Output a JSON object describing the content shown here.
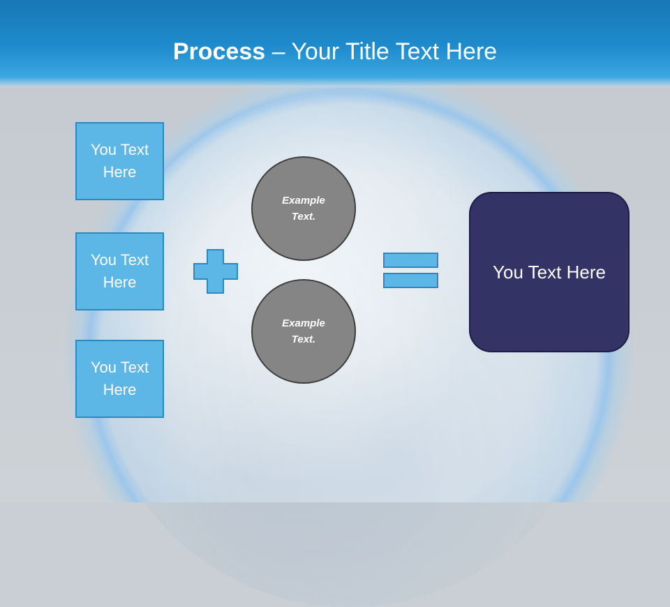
{
  "header": {
    "title_bold": "Process",
    "title_rest": " – Your Title Text Here"
  },
  "boxes": [
    {
      "label": "You Text Here"
    },
    {
      "label": "You Text Here"
    },
    {
      "label": "You Text Here"
    }
  ],
  "circles": [
    {
      "label": "Example Text."
    },
    {
      "label": "Example Text."
    }
  ],
  "result": {
    "label": "You Text Here"
  },
  "colors": {
    "header_blue": "#1f8ccd",
    "box_fill": "#5cb6e6",
    "circle_fill": "#858585",
    "result_fill": "#333366"
  },
  "icons": {
    "plus": "plus-icon",
    "equals": "equals-icon"
  }
}
